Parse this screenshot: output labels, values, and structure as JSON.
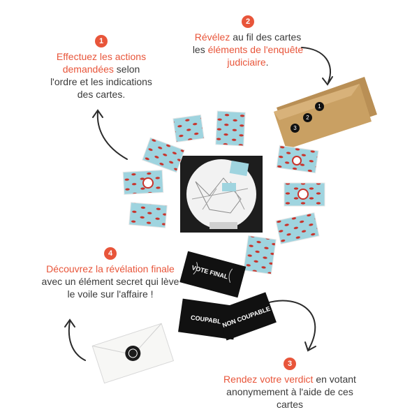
{
  "steps": [
    {
      "number": "1",
      "parts": [
        {
          "text": "Effectuez les actions demandées",
          "highlight": true
        },
        {
          "text": " selon l'ordre et les indications des cartes.",
          "highlight": false
        }
      ]
    },
    {
      "number": "2",
      "parts": [
        {
          "text": "Révélez",
          "highlight": true
        },
        {
          "text": " au fil des cartes les ",
          "highlight": false
        },
        {
          "text": "éléments de l'enquête judiciaire",
          "highlight": true
        },
        {
          "text": ".",
          "highlight": false
        }
      ]
    },
    {
      "number": "3",
      "parts": [
        {
          "text": "Rendez votre verdict",
          "highlight": true
        },
        {
          "text": " en votant anonymement à l'aide de ces cartes",
          "highlight": false
        }
      ]
    },
    {
      "number": "4",
      "parts": [
        {
          "text": "Découvrez la révélation finale",
          "highlight": true
        },
        {
          "text": " avec un élément secret qui lève le voile sur l'affaire !",
          "highlight": false
        }
      ]
    }
  ],
  "cards": {
    "vote_final": "VOTE FINAL",
    "coupable": "COUPABLE",
    "non_coupable": "NON COUPABLE"
  },
  "envelope_numbers": [
    "1",
    "2",
    "3"
  ],
  "colors": {
    "accent": "#e8553a",
    "card_blue": "#9fd4df",
    "card_red": "#c8332b",
    "envelope": "#c9a063"
  }
}
